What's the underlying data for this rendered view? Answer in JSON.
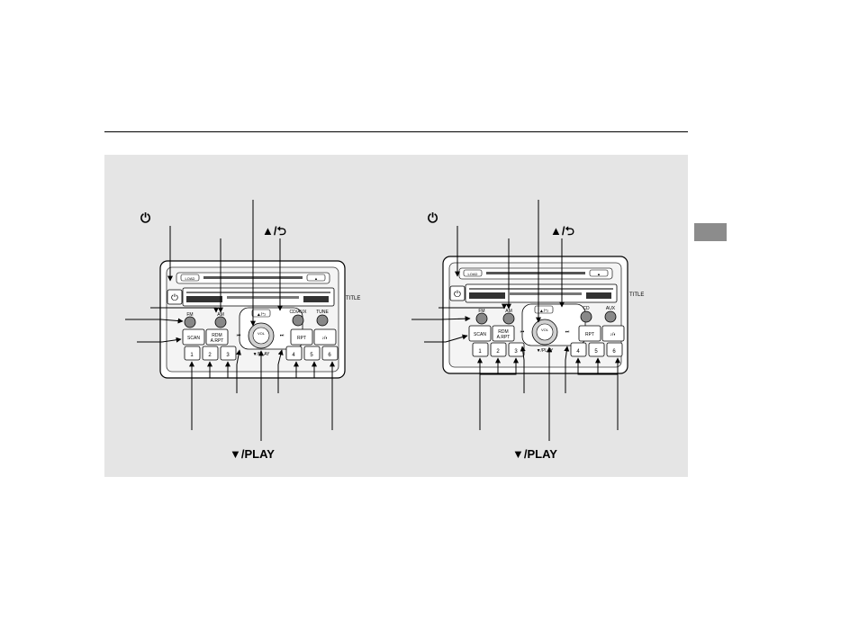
{
  "labels": {
    "power_symbol": "⏻",
    "eject_back_symbol": "▲/⮌",
    "play_label": "▼/PLAY"
  },
  "left_radio": {
    "slot_buttons": [
      "LOAD",
      "▲"
    ],
    "fm": "FM",
    "am": "AM",
    "scan": "SCAN",
    "rdm": "RDM",
    "arpt": "A.RPT",
    "vol": "VOL",
    "cd_aux": "CD/AUX",
    "tune": "TUNE",
    "rpt": "RPT",
    "eq": "♪/◐",
    "title": "TITLE",
    "skip_back": "⏮",
    "skip_fwd": "⏭",
    "presets": [
      "1",
      "2",
      "3",
      "4",
      "5",
      "6"
    ]
  },
  "right_radio": {
    "slot_buttons": [
      "LOAD",
      "▲"
    ],
    "fm": "FM",
    "am": "AM",
    "scan": "SCAN",
    "rdm": "RDM",
    "arpt": "A.RPT",
    "vol": "VOL",
    "cd": "CD",
    "aux": "AUX",
    "rpt": "RPT",
    "eq": "♪/◐",
    "title": "TITLE",
    "skip_back": "⏮",
    "skip_fwd": "⏭",
    "presets": [
      "1",
      "2",
      "3",
      "4",
      "5",
      "6"
    ]
  }
}
